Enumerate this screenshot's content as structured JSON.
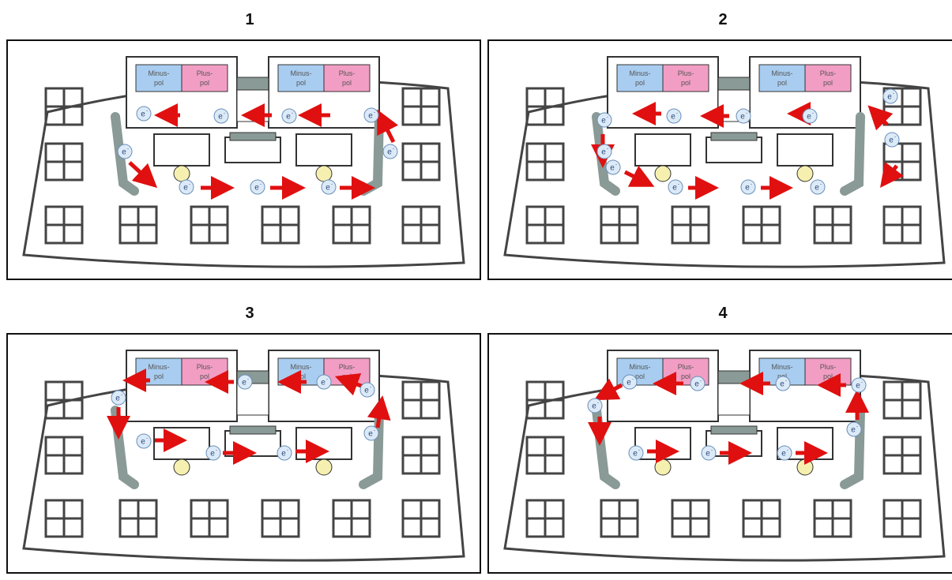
{
  "panels": [
    {
      "number": "1",
      "minus_label_1": "Minus-",
      "minus_label_2": "pol",
      "plus_label_1": "Plus-",
      "plus_label_2": "pol",
      "electron": "e",
      "charge": "-"
    },
    {
      "number": "2",
      "minus_label_1": "Minus-",
      "minus_label_2": "pol",
      "plus_label_1": "Plus-",
      "plus_label_2": "pol",
      "electron": "e",
      "charge": "-"
    },
    {
      "number": "3",
      "minus_label_1": "Minus-",
      "minus_label_2": "pol",
      "plus_label_1": "Plus-",
      "plus_label_2": "pol",
      "electron": "e",
      "charge": "-"
    },
    {
      "number": "4",
      "minus_label_1": "Minus-",
      "minus_label_2": "pol",
      "plus_label_1": "Plus-",
      "plus_label_2": "pol",
      "electron": "e",
      "charge": "-"
    }
  ],
  "colors": {
    "minus_pole": "#a9cdf0",
    "plus_pole": "#f29ec4",
    "arrow": "#e01010",
    "electron": "#dceaf8",
    "wire": "#8a9a96",
    "lamp": "#f6f0b0"
  }
}
